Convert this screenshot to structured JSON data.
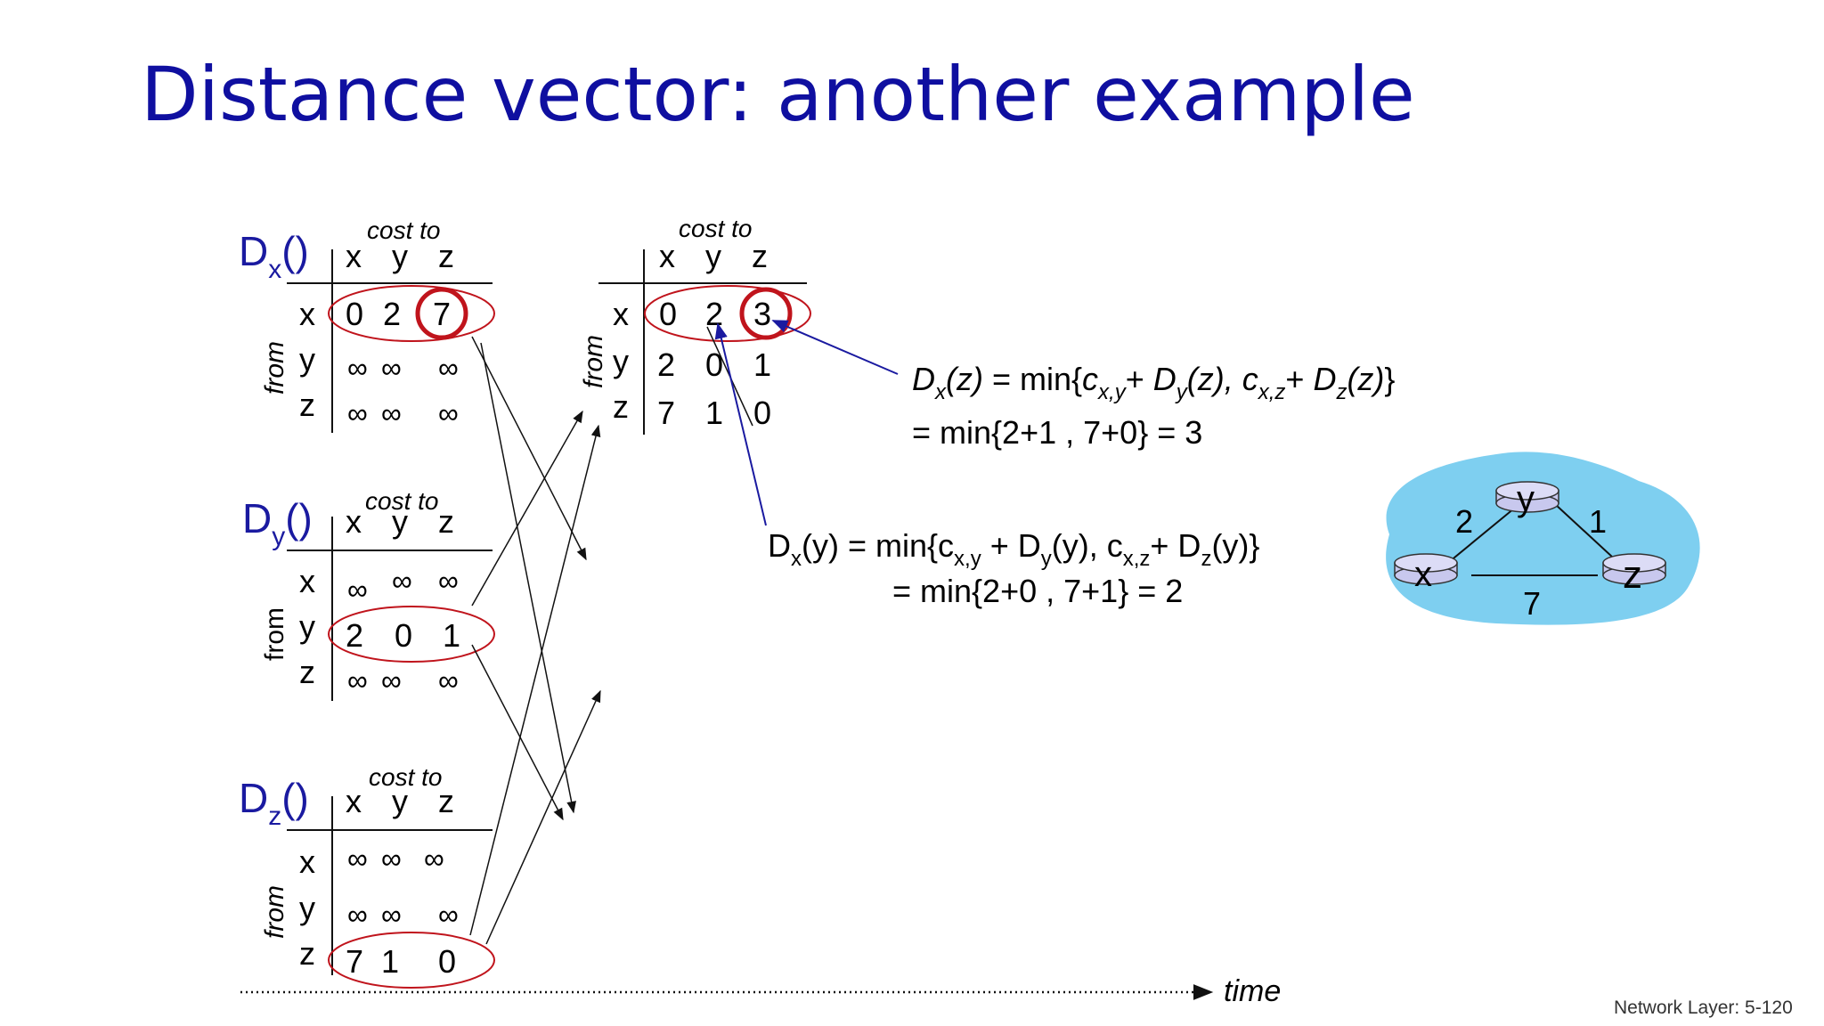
{
  "title": "Distance vector: another example",
  "footer": "Network Layer: 5-120",
  "time_label": "time",
  "cost_to_label": "cost to",
  "from_label": "from",
  "nodes": [
    "x",
    "y",
    "z"
  ],
  "inf": "∞",
  "tables": [
    {
      "owner": "D",
      "sub": "x",
      "suffix": "()",
      "rows": [
        [
          "0",
          "2",
          "7"
        ],
        [
          "∞",
          "∞",
          "∞"
        ],
        [
          "∞",
          "∞",
          "∞"
        ]
      ]
    },
    {
      "owner": "D",
      "sub": "y",
      "suffix": "()",
      "rows": [
        [
          "∞",
          "∞",
          "∞"
        ],
        [
          "2",
          "0",
          "1"
        ],
        [
          "∞",
          "∞",
          "∞"
        ]
      ]
    },
    {
      "owner": "D",
      "sub": "z",
      "suffix": "()",
      "rows": [
        [
          "∞",
          "∞",
          "∞"
        ],
        [
          "∞",
          "∞",
          "∞"
        ],
        [
          "7",
          "1",
          "0"
        ]
      ]
    },
    {
      "owner": "",
      "sub": "",
      "suffix": "",
      "rows": [
        [
          "0",
          "2",
          "3"
        ],
        [
          "2",
          "0",
          "1"
        ],
        [
          "7",
          "1",
          "0"
        ]
      ]
    }
  ],
  "eq_z": {
    "line1": "Dx(z) = min{cx,y+ Dy(z), cx,z+ Dz(z)}",
    "line2": "= min{2+1 , 7+0} = 3"
  },
  "eq_y": {
    "line1": "Dx(y) = min{cx,y + Dy(y), cx,z+ Dz(y)}",
    "line2": "= min{2+0 , 7+1} = 2"
  },
  "graph": {
    "nodes": [
      "x",
      "y",
      "z"
    ],
    "edges": [
      {
        "from": "x",
        "to": "y",
        "cost": "2"
      },
      {
        "from": "y",
        "to": "z",
        "cost": "1"
      },
      {
        "from": "x",
        "to": "z",
        "cost": "7"
      }
    ]
  },
  "colors": {
    "title": "#0f0fa0",
    "highlight": "#c0141c",
    "arrow_blue": "#1a1aa0",
    "cloud": "#7ecff0",
    "router": "#c8c8ee"
  }
}
